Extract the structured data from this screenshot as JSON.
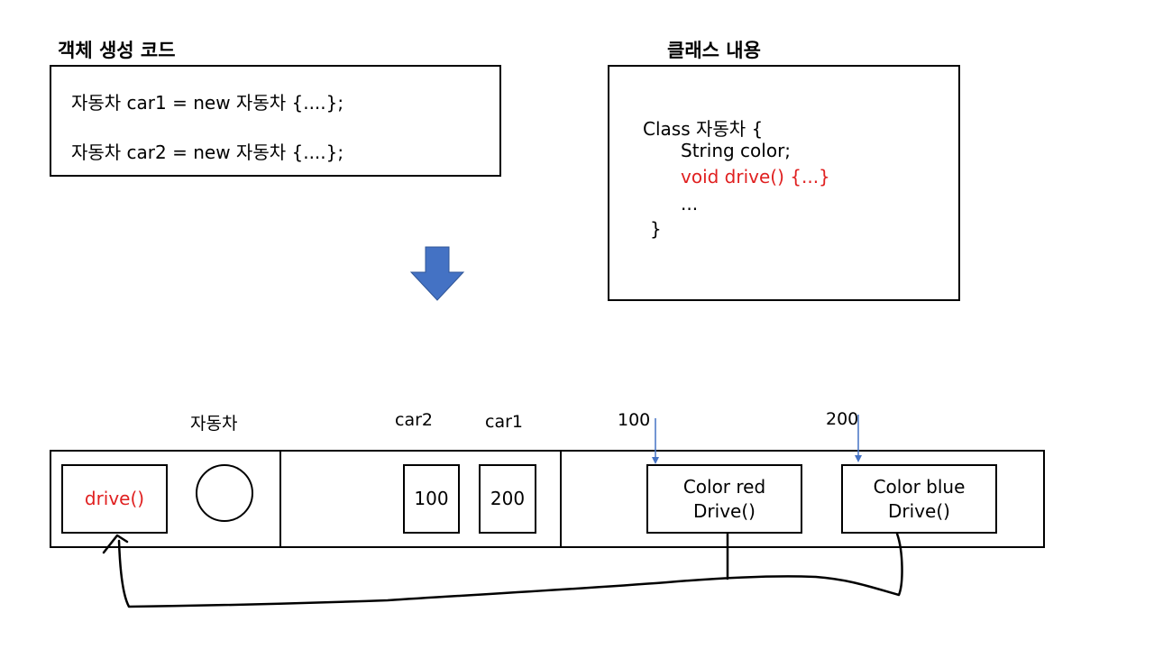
{
  "creation_code": {
    "heading": "객체 생성 코드",
    "lines": [
      "자동차 car1  =  new 자동차 {....};",
      "자동차 car2  =  new 자동차 {....};"
    ]
  },
  "class_content": {
    "heading": "클래스 내용",
    "lines": [
      "Class 자동차 {",
      "String color;",
      "void drive() {...}",
      "...",
      "}"
    ]
  },
  "memory": {
    "class_area": {
      "label": "자동차",
      "method": "drive()"
    },
    "stack": [
      {
        "name": "car2",
        "value": "100"
      },
      {
        "name": "car1",
        "value": "200"
      }
    ],
    "heap": [
      {
        "address": "100",
        "line1": "Color red",
        "line2": "Drive()"
      },
      {
        "address": "200",
        "line1": "Color  blue",
        "line2": "Drive()"
      }
    ]
  },
  "colors": {
    "arrow": "#4472c4",
    "method_text": "#e02020",
    "pointer": "#4472c4"
  }
}
